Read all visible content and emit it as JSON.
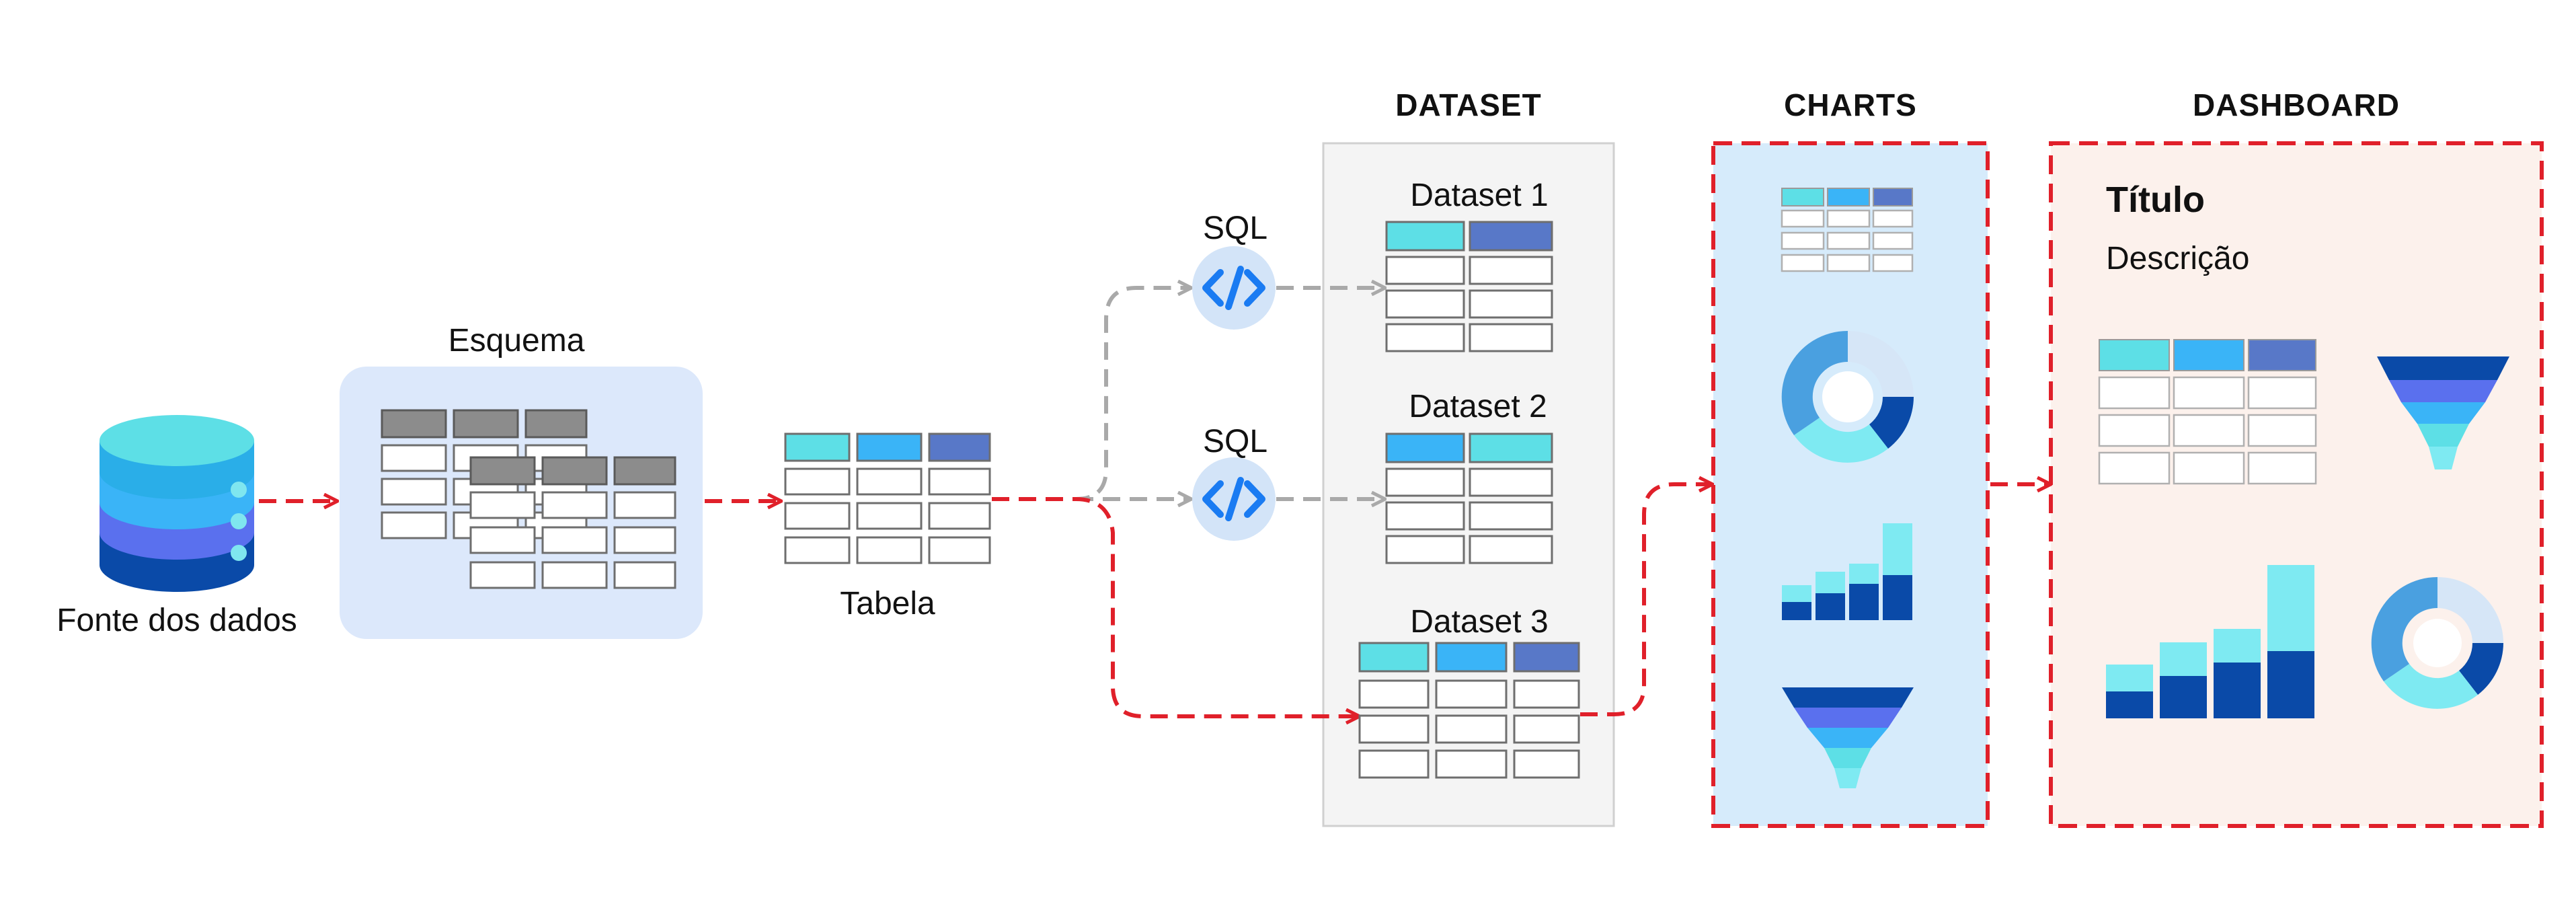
{
  "labels": {
    "source": "Fonte dos dados",
    "schema": "Esquema",
    "table": "Tabela",
    "sql1": "SQL",
    "sql2": "SQL"
  },
  "sections": {
    "dataset": "DATASET",
    "charts": "CHARTS",
    "dashboard": "DASHBOARD"
  },
  "datasets": [
    "Dataset 1",
    "Dataset 2",
    "Dataset 3"
  ],
  "dashboard": {
    "title": "Título",
    "description": "Descrição"
  },
  "icons": {
    "database": "database-icon",
    "sql": "code-icon"
  },
  "colors": {
    "flow_red": "#e0202a",
    "flow_gray": "#a9a9a9",
    "cyan": "#5ddfe6",
    "sky": "#3ab4f7",
    "indigo": "#5878c8",
    "navy": "#0a4aa8",
    "charts_bg": "#d6ebfb",
    "dashboard_bg": "#fcf1ec",
    "schema_bg": "#dce8fb",
    "dataset_bg": "#f4f4f4"
  }
}
